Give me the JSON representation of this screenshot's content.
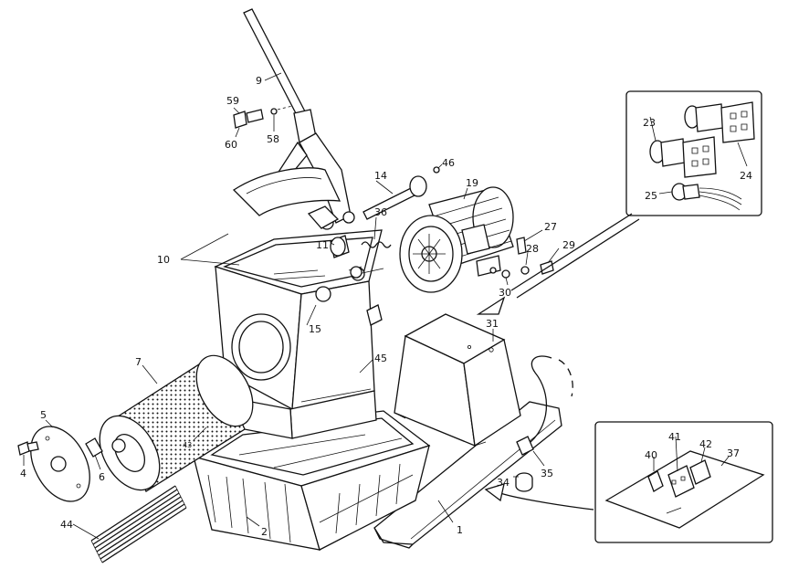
{
  "callouts": [
    {
      "id": "9",
      "label": "9"
    },
    {
      "id": "59",
      "label": "59"
    },
    {
      "id": "60",
      "label": "60"
    },
    {
      "id": "58",
      "label": "58"
    },
    {
      "id": "46",
      "label": "46"
    },
    {
      "id": "14",
      "label": "14"
    },
    {
      "id": "19",
      "label": "19"
    },
    {
      "id": "10",
      "label": "10"
    },
    {
      "id": "11",
      "label": "11"
    },
    {
      "id": "36",
      "label": "36"
    },
    {
      "id": "27",
      "label": "27"
    },
    {
      "id": "28",
      "label": "28"
    },
    {
      "id": "29",
      "label": "29"
    },
    {
      "id": "30",
      "label": "30"
    },
    {
      "id": "15",
      "label": "15"
    },
    {
      "id": "31",
      "label": "31"
    },
    {
      "id": "7",
      "label": "7"
    },
    {
      "id": "45",
      "label": "45"
    },
    {
      "id": "5",
      "label": "5"
    },
    {
      "id": "43",
      "label": "43"
    },
    {
      "id": "4",
      "label": "4"
    },
    {
      "id": "6",
      "label": "6"
    },
    {
      "id": "2",
      "label": "2"
    },
    {
      "id": "44",
      "label": "44"
    },
    {
      "id": "1",
      "label": "1"
    },
    {
      "id": "34",
      "label": "34"
    },
    {
      "id": "35",
      "label": "35"
    },
    {
      "id": "23",
      "label": "23"
    },
    {
      "id": "24",
      "label": "24"
    },
    {
      "id": "25",
      "label": "25"
    },
    {
      "id": "40",
      "label": "40"
    },
    {
      "id": "41",
      "label": "41"
    },
    {
      "id": "42",
      "label": "42"
    },
    {
      "id": "37",
      "label": "37"
    }
  ]
}
